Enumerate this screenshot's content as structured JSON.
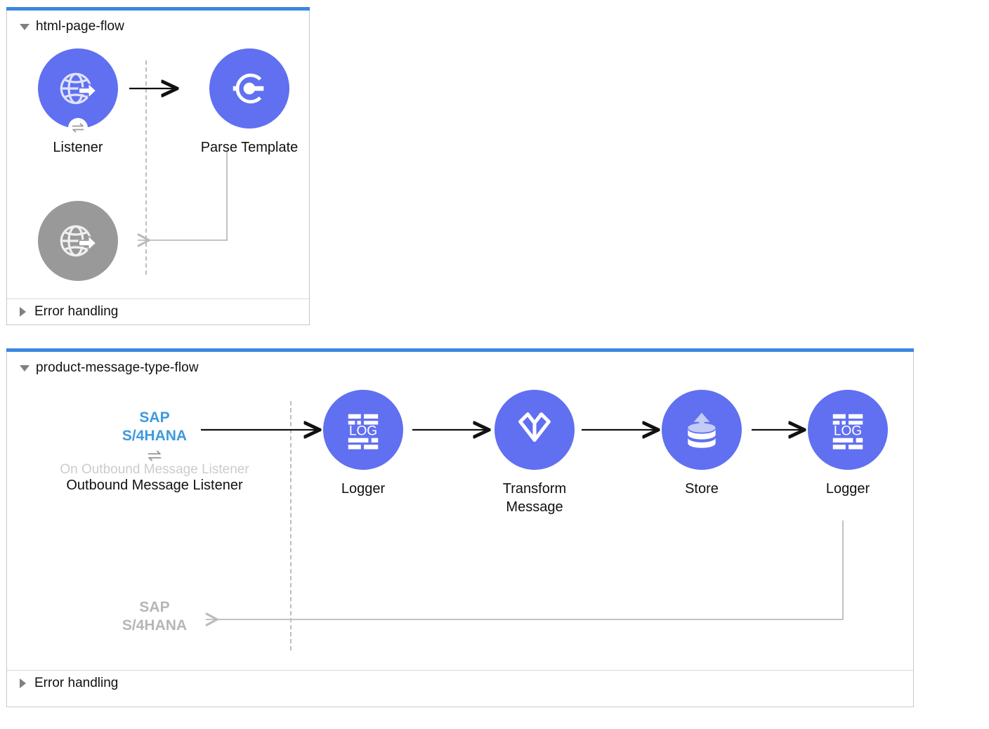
{
  "flows": [
    {
      "id": "html-page-flow",
      "title": "html-page-flow",
      "collapse_icon": "triangle-down-icon",
      "error_handling": {
        "label": "Error handling",
        "icon": "triangle-right-icon"
      },
      "source": {
        "name": "Listener",
        "icon": "http-listener-globe-arrow-icon",
        "badge": "bidirectional-swap-icon"
      },
      "nodes": [
        {
          "name": "Parse Template",
          "icon": "parse-template-icon",
          "state": "active"
        },
        {
          "name": "",
          "icon": "http-response-globe-arrow-icon",
          "state": "muted"
        }
      ]
    },
    {
      "id": "product-message-type-flow",
      "title": "product-message-type-flow",
      "collapse_icon": "triangle-down-icon",
      "error_handling": {
        "label": "Error handling",
        "icon": "triangle-right-icon"
      },
      "source": {
        "connector": "SAP\nS/4HANA",
        "operation_ghost": "On Outbound Message Listener",
        "operation": "Outbound Message Listener",
        "icon": "sap-s4hana-connector-icon",
        "badge": "bidirectional-swap-icon"
      },
      "response": {
        "connector": "SAP\nS/4HANA",
        "state": "muted"
      },
      "nodes": [
        {
          "name": "Logger",
          "icon": "logger-log-icon",
          "state": "active"
        },
        {
          "name": "Transform\nMessage",
          "icon": "transform-message-icon",
          "state": "active"
        },
        {
          "name": "Store",
          "icon": "store-database-upload-icon",
          "state": "active"
        },
        {
          "name": "Logger",
          "icon": "logger-log-icon",
          "state": "active"
        }
      ]
    }
  ],
  "colors": {
    "node_purple": "#6070f0",
    "node_muted": "#999999",
    "accent_blue": "#3b87e0",
    "sap_blue": "#3d9ae0",
    "connector_line": "#111111",
    "response_line": "#bbbbbb"
  },
  "icon_text": {
    "logger": "LOG"
  }
}
